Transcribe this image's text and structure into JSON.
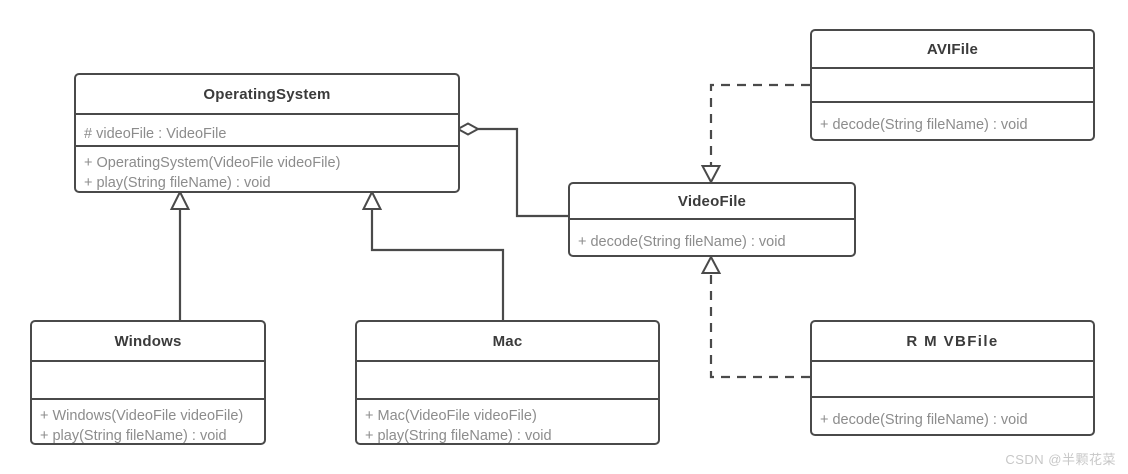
{
  "diagram": {
    "kind": "uml-class-diagram",
    "stroke_color": "#4a4a4a",
    "title_color": "#3b3b3b",
    "member_color": "#8c8c8c",
    "background": "#ffffff",
    "classes": [
      {
        "id": "operating-system",
        "name": "OperatingSystem",
        "attributes": [
          "# videoFile : VideoFile"
        ],
        "operations": [
          "+ OperatingSystem(VideoFile videoFile)",
          "+ play(String fileName) : void"
        ]
      },
      {
        "id": "windows",
        "name": "Windows",
        "attributes": [],
        "operations": [
          "+ Windows(VideoFile videoFile)",
          "+ play(String fileName) : void"
        ]
      },
      {
        "id": "mac",
        "name": "Mac",
        "attributes": [],
        "operations": [
          "+ Mac(VideoFile videoFile)",
          "+ play(String fileName) : void"
        ]
      },
      {
        "id": "video-file",
        "name": "VideoFile",
        "attributes": [],
        "operations": [
          "+ decode(String fileName) : void"
        ]
      },
      {
        "id": "avi-file",
        "name": "AVIFile",
        "attributes": [],
        "operations": [
          "+ decode(String fileName) : void"
        ]
      },
      {
        "id": "rmvb-file",
        "name": "R M VBFile",
        "attributes": [],
        "operations": [
          "+ decode(String fileName) : void"
        ]
      }
    ],
    "relationships": [
      {
        "id": "os-aggregates-videofile",
        "type": "aggregation",
        "from": "operating-system",
        "to": "video-file",
        "style": "solid",
        "marker": "hollow-diamond"
      },
      {
        "id": "windows-extends-os",
        "type": "generalization",
        "from": "windows",
        "to": "operating-system",
        "style": "solid",
        "marker": "hollow-triangle"
      },
      {
        "id": "mac-extends-os",
        "type": "generalization",
        "from": "mac",
        "to": "operating-system",
        "style": "solid",
        "marker": "hollow-triangle"
      },
      {
        "id": "avifile-realizes-videofile",
        "type": "realization",
        "from": "avi-file",
        "to": "video-file",
        "style": "dashed",
        "marker": "hollow-triangle"
      },
      {
        "id": "rmvbfile-realizes-videofile",
        "type": "realization",
        "from": "rmvb-file",
        "to": "video-file",
        "style": "dashed",
        "marker": "hollow-triangle"
      }
    ]
  },
  "watermark": {
    "text": "CSDN @半颗花菜"
  }
}
